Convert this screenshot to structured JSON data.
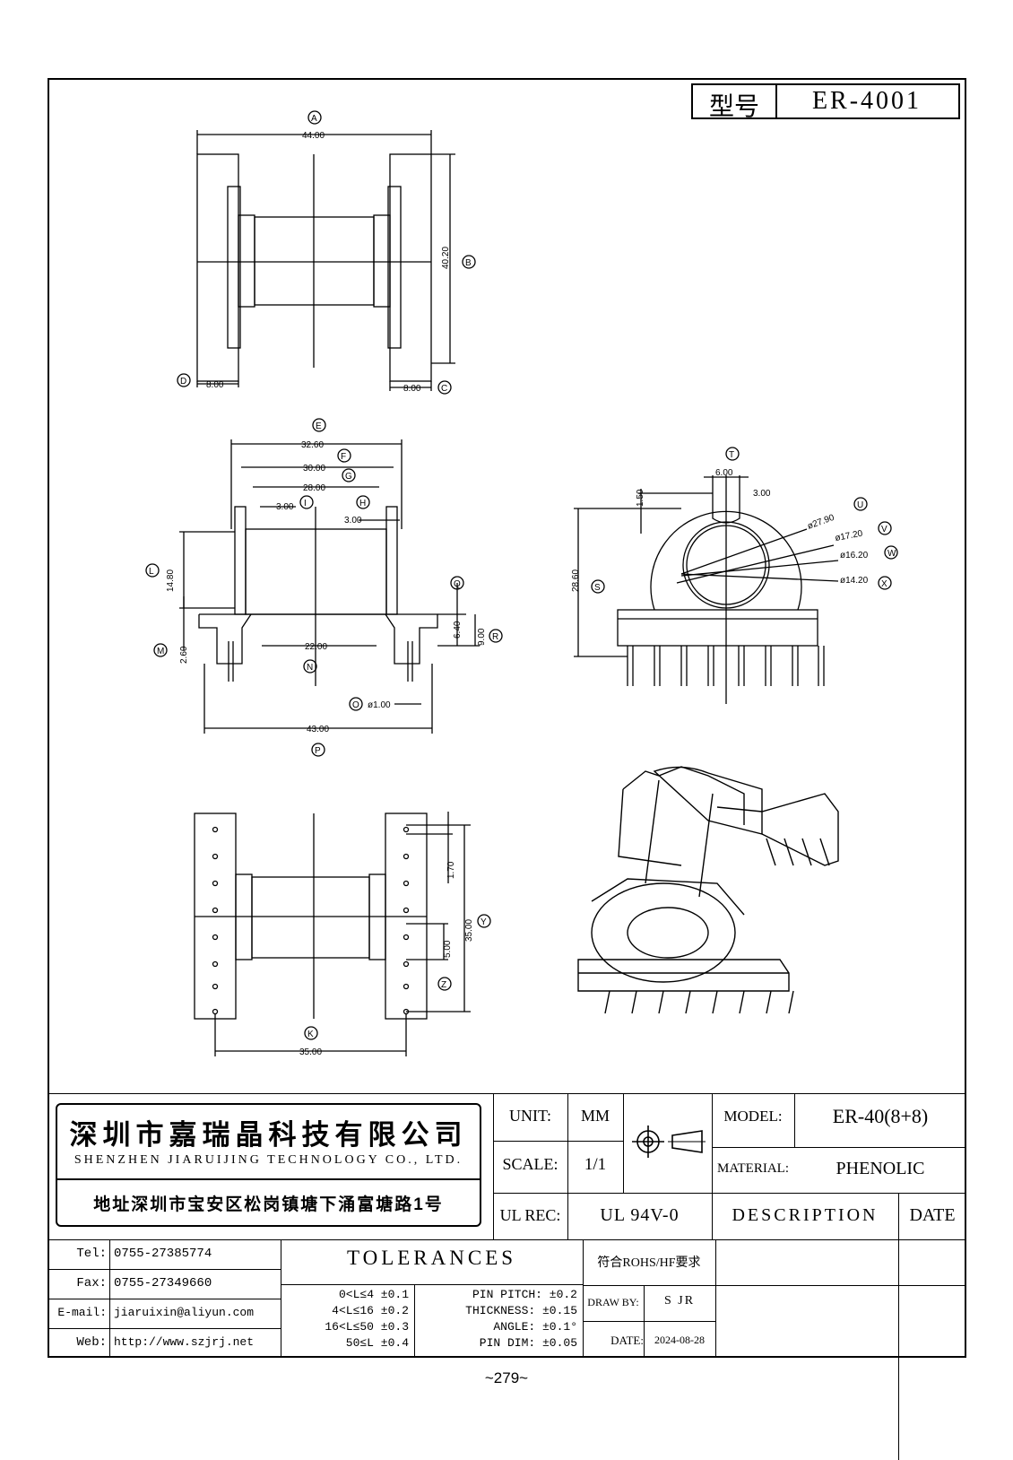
{
  "model_box": {
    "label": "型号",
    "value": "ER-4001"
  },
  "company": {
    "name_cn": "深圳市嘉瑞晶科技有限公司",
    "name_en": "SHENZHEN JIARUIJING TECHNOLOGY CO., LTD.",
    "address": "地址深圳市宝安区松岗镇塘下涌富塘路1号"
  },
  "contact": [
    {
      "label": "Tel:",
      "value": "0755-27385774"
    },
    {
      "label": "Fax:",
      "value": "0755-27349660"
    },
    {
      "label": "E-mail:",
      "value": "jiaruixin@aliyun.com"
    },
    {
      "label": "Web:",
      "value": "http://www.szjrj.net"
    }
  ],
  "spec": {
    "unit_label": "UNIT:",
    "unit": "MM",
    "scale_label": "SCALE:",
    "scale": "1/1",
    "ul_label": "UL REC:",
    "ul": "UL 94V-0",
    "model_label": "MODEL:",
    "model": "ER-40(8+8)",
    "material_label": "MATERIAL:",
    "material": "PHENOLIC",
    "description": "DESCRIPTION",
    "date_header": "DATE",
    "rohs": "符合ROHS/HF要求",
    "draw_by_label": "DRAW BY:",
    "draw_by": "S JR",
    "date_label": "DATE:",
    "date": "2024-08-28"
  },
  "tolerances": {
    "title": "TOLERANCES",
    "ranges": [
      "0<L≤4 ±0.1",
      "4<L≤16 ±0.2",
      "16<L≤50 ±0.3",
      "50≤L ±0.4"
    ],
    "others": [
      "PIN PITCH: ±0.2",
      "THICKNESS: ±0.15",
      "ANGLE: ±0.1°",
      "PIN DIM: ±0.05"
    ]
  },
  "page_number": "~279~",
  "dimensions": {
    "A": "44.00",
    "B": "40.20",
    "C": "8.00",
    "D": "8.00",
    "E": "32.60",
    "F": "30.00",
    "G": "28.00",
    "H": "3.00",
    "I": "3.00",
    "L": "14.80",
    "M": "2.60",
    "N": "22.00",
    "O": "ø1.00",
    "P": "43.00",
    "Q": "6.40",
    "R": "9.00",
    "S": "28.60",
    "T": "6.00",
    "T2": "3.00",
    "T3": "1.50",
    "U": "ø27.90",
    "V": "ø17.20",
    "W": "ø16.20",
    "X": "ø14.20",
    "Y": "35.00",
    "Y2": "1.70",
    "Z": "5.00",
    "K": "35.00"
  }
}
